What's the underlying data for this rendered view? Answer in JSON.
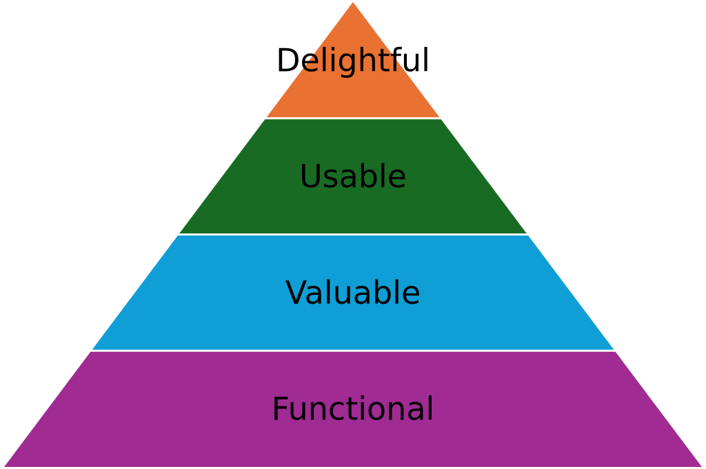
{
  "diagram": {
    "type": "pyramid",
    "layers": [
      {
        "label": "Delightful",
        "color": "#E97132"
      },
      {
        "label": "Usable",
        "color": "#196B24"
      },
      {
        "label": "Valuable",
        "color": "#0F9ED5"
      },
      {
        "label": "Functional",
        "color": "#A02B93"
      }
    ]
  }
}
